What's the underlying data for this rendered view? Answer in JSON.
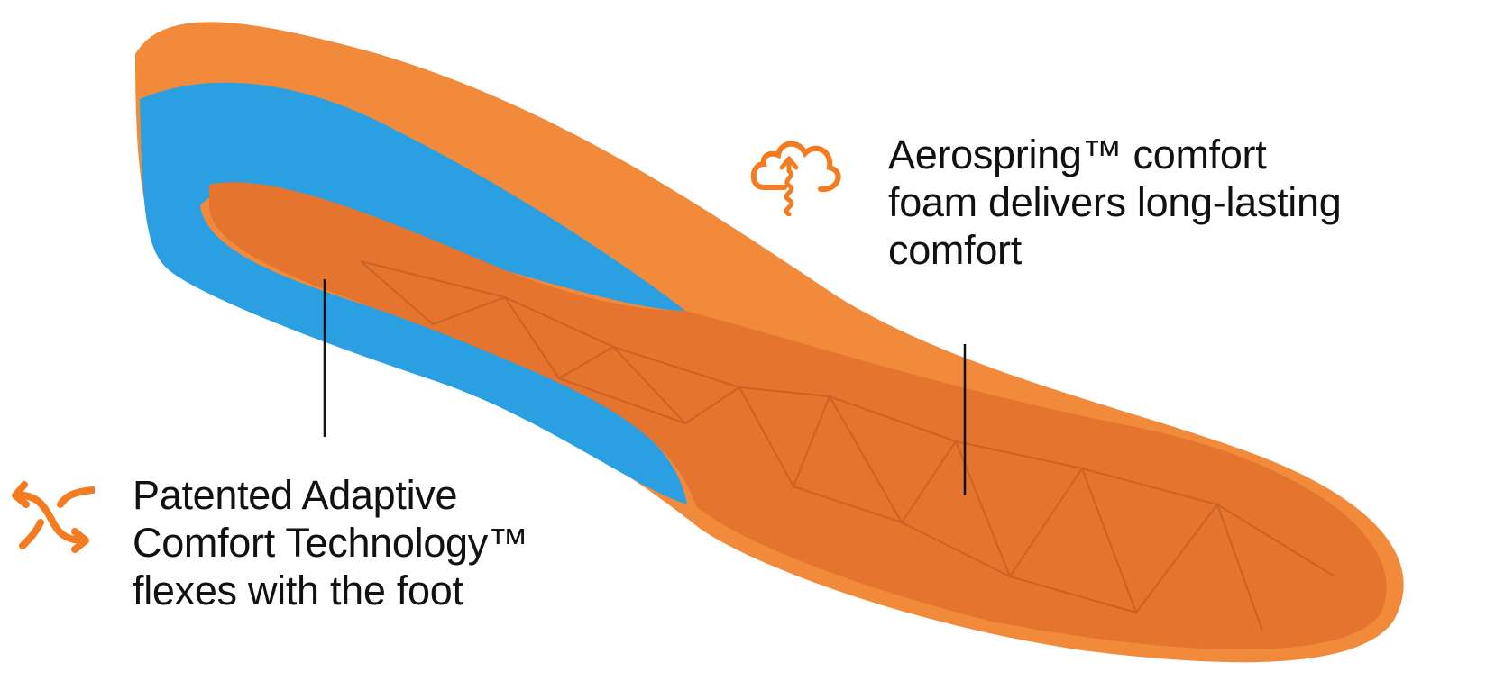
{
  "features": [
    {
      "icon": "cloud-spring-icon",
      "lines": [
        "Aerospring™ comfort",
        "foam delivers long-lasting",
        "comfort"
      ]
    },
    {
      "icon": "crossing-arrows-icon",
      "lines": [
        "Patented Adaptive",
        "Comfort Technology™",
        "flexes with the foot"
      ]
    }
  ],
  "colors": {
    "accent": "#f47b20",
    "foam_orange": "#f08a3c",
    "sole_orange": "#e4742e",
    "blue": "#2a9fe0"
  }
}
